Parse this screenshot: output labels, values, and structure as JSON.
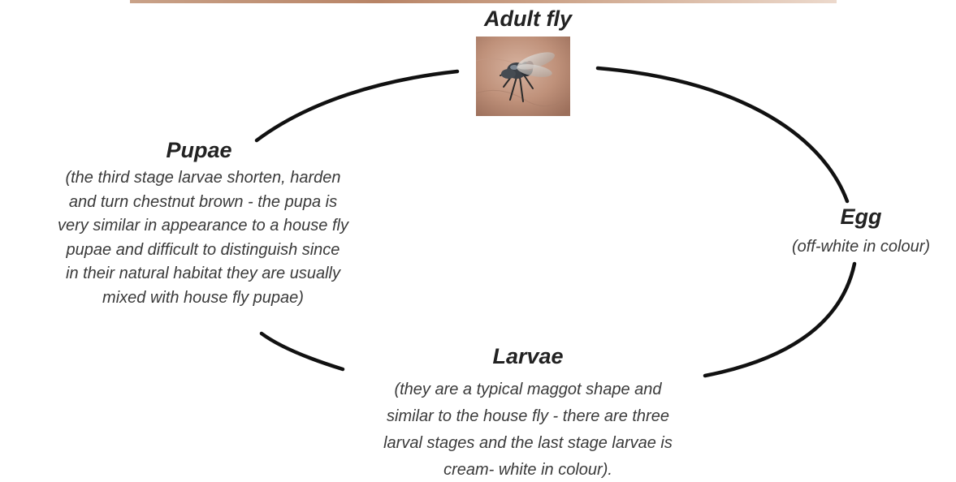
{
  "diagram": {
    "stages": {
      "adult": {
        "title": "Adult fly"
      },
      "egg": {
        "title": "Egg",
        "lines": [
          "(off-white in colour)"
        ]
      },
      "larvae": {
        "title": "Larvae",
        "lines": [
          "(they are a typical maggot shape and",
          "similar to the house fly - there are three",
          "larval stages and the last stage larvae is",
          "cream- white in colour)."
        ]
      },
      "pupae": {
        "title": "Pupae",
        "lines": [
          "(the third stage larvae shorten, harden",
          "and turn chestnut brown - the pupa is",
          "very similar in appearance to a house fly",
          "pupae and difficult to distinguish since",
          "in their natural habitat they are usually",
          "mixed with house fly pupae)"
        ]
      }
    },
    "images": {
      "adult_photo": "fly-photo",
      "top_strip": "skin-photo-strip"
    },
    "colors": {
      "cycle_line": "#111111",
      "text": "#333333",
      "skin": "#c9a08a"
    }
  }
}
